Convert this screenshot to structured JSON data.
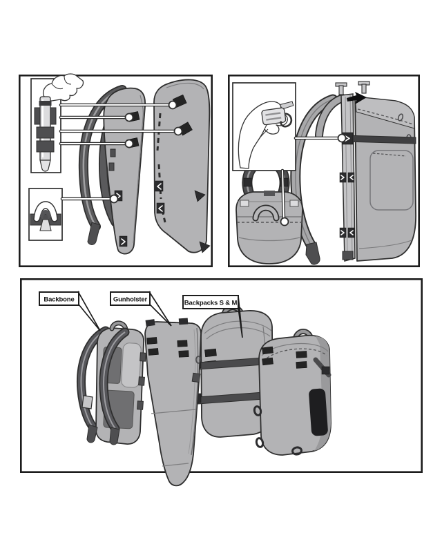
{
  "illustration": {
    "background": "#ffffff",
    "labels": {
      "backbone": "Backbone",
      "gunholster": "Gunholster",
      "backpacks": "Backpacks S & M"
    },
    "colors": {
      "panel_border": "#1c1c1c",
      "outline": "#2e2e2e",
      "bag_light": "#b3b3b5",
      "bag_mid": "#a6a6a8",
      "bag_shadow": "#98989a",
      "rail_light": "#c4c4c6",
      "strap_dark": "#4e4e50",
      "patch_black": "#242424",
      "mesh_dark": "#6f6f71",
      "detail_light": "#dcdcde",
      "pocket_black": "#1e1e20"
    }
  }
}
